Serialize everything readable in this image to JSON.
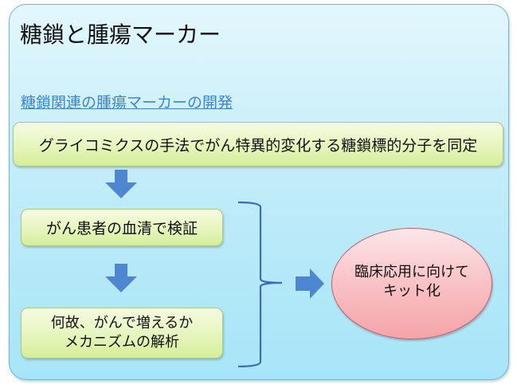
{
  "title": "糖鎖と腫瘍マーカー",
  "subtitle": "糖鎖関連の腫瘍マーカーの開発",
  "steps": [
    {
      "lines": [
        "グライコミクスの手法でがん特異的変化する糖鎖標的分子を同定"
      ]
    },
    {
      "lines": [
        "がん患者の血清で検証"
      ]
    },
    {
      "lines": [
        "何故、がんで増えるか",
        "メカニズムの解析"
      ]
    }
  ],
  "outcome": {
    "lines": [
      "臨床応用に向けて",
      "キット化"
    ]
  },
  "icons": {
    "arrow_down": "arrow-down-icon",
    "arrow_right": "arrow-right-icon",
    "brace": "right-curly-brace"
  },
  "colors": {
    "panel_bg": "#c3ecf9",
    "box_bg": "#e6f5bd",
    "ellipse_bg": "#f9c2c6",
    "arrow": "#4f86d1",
    "subtitle": "#3b84d1"
  }
}
